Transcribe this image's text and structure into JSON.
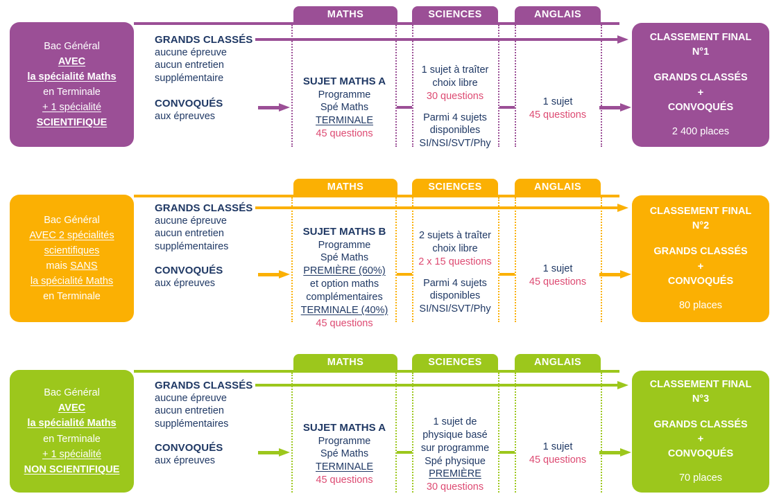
{
  "colors": {
    "purple": "#9B4F96",
    "orange": "#FBB003",
    "green": "#9CC71C",
    "navy": "#1F3864",
    "pink": "#DD4A72",
    "white": "#FFFFFF"
  },
  "columns": {
    "maths": "MATHS",
    "sciences": "SCIENCES",
    "anglais": "ANGLAIS"
  },
  "rows": [
    {
      "id": "row-purple",
      "color": "#9B4F96",
      "profile": {
        "l1": "Bac Général",
        "l2": "AVEC",
        "l3": "la spécialité Maths",
        "l4": "en Terminale",
        "l5": "+ 1 spécialité",
        "l6": "SCIENTIFIQUE"
      },
      "grands_classes": {
        "title": "GRANDS CLASSÉS",
        "l1": "aucune épreuve",
        "l2": "aucun entretien",
        "l3": "supplémentaire"
      },
      "convoques": {
        "title": "CONVOQUÉS",
        "l1": "aux épreuves"
      },
      "maths": {
        "title": "SUJET MATHS A",
        "l1": "Programme",
        "l2": "Spé Maths",
        "l3": "TERMINALE",
        "questions": "45 questions"
      },
      "sciences": {
        "l1": "1 sujet à traîter",
        "l2": "choix libre",
        "questions": "30 questions",
        "l3": "Parmi 4 sujets",
        "l4": "disponibles",
        "l5": "SI/NSI/SVT/Phy"
      },
      "anglais": {
        "l1": "1 sujet",
        "questions": "45 questions"
      },
      "result": {
        "title1": "CLASSEMENT FINAL",
        "title2": "N°1",
        "line1": "GRANDS CLASSÉS",
        "line2": "+",
        "line3": "CONVOQUÉS",
        "places": "2 400 places"
      }
    },
    {
      "id": "row-orange",
      "color": "#FBB003",
      "profile": {
        "l1": "Bac Général",
        "l2": "AVEC 2 spécialités",
        "l3": "scientifiques",
        "l4": "mais SANS",
        "l5": "la spécialité Maths",
        "l6": "en Terminale"
      },
      "grands_classes": {
        "title": "GRANDS CLASSÉS",
        "l1": "aucune épreuve",
        "l2": "aucun entretien",
        "l3": "supplémentaires"
      },
      "convoques": {
        "title": "CONVOQUÉS",
        "l1": "aux épreuves"
      },
      "maths": {
        "title": "SUJET MATHS B",
        "l1": "Programme",
        "l2": "Spé Maths",
        "l3": "PREMIÈRE (60%)",
        "l4": "et option maths",
        "l5": "complémentaires",
        "l6": "TERMINALE (40%)",
        "questions": "45 questions"
      },
      "sciences": {
        "l1": "2 sujets à traîter",
        "l2": "choix libre",
        "questions": "2 x 15 questions",
        "l3": "Parmi 4 sujets",
        "l4": "disponibles",
        "l5": "SI/NSI/SVT/Phy"
      },
      "anglais": {
        "l1": "1 sujet",
        "questions": "45 questions"
      },
      "result": {
        "title1": "CLASSEMENT FINAL",
        "title2": "N°2",
        "line1": "GRANDS CLASSÉS",
        "line2": "+",
        "line3": "CONVOQUÉS",
        "places": "80 places"
      }
    },
    {
      "id": "row-green",
      "color": "#9CC71C",
      "profile": {
        "l1": "Bac Général",
        "l2": "AVEC",
        "l3": "la spécialité Maths",
        "l4": "en Terminale",
        "l5": "+ 1 spécialité",
        "l6": "NON SCIENTIFIQUE"
      },
      "grands_classes": {
        "title": "GRANDS CLASSÉS",
        "l1": "aucune épreuve",
        "l2": "aucun entretien",
        "l3": "supplémentaires"
      },
      "convoques": {
        "title": "CONVOQUÉS",
        "l1": "aux épreuves"
      },
      "maths": {
        "title": "SUJET MATHS A",
        "l1": "Programme",
        "l2": "Spé Maths",
        "l3": "TERMINALE",
        "questions": "45 questions"
      },
      "sciences": {
        "l1": "1 sujet de",
        "l2": "physique basé",
        "l3": "sur programme",
        "l4": "Spé physique",
        "l5": "PREMIÈRE",
        "questions": "30 questions"
      },
      "anglais": {
        "l1": "1 sujet",
        "questions": "45 questions"
      },
      "result": {
        "title1": "CLASSEMENT FINAL",
        "title2": "N°3",
        "line1": "GRANDS CLASSÉS",
        "line2": "+",
        "line3": "CONVOQUÉS",
        "places": "70 places"
      }
    }
  ]
}
